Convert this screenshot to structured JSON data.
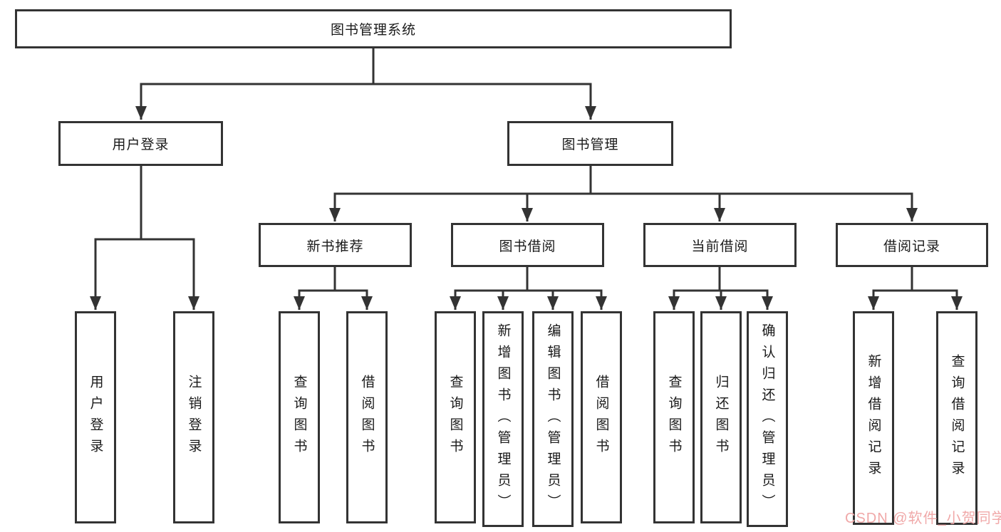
{
  "tree": {
    "root": "图书管理系统",
    "children": [
      {
        "label": "用户登录",
        "children": [
          "用户登录",
          "注销登录"
        ]
      },
      {
        "label": "图书管理",
        "children": [
          {
            "label": "新书推荐",
            "children": [
              "查询图书",
              "借阅图书"
            ]
          },
          {
            "label": "图书借阅",
            "children": [
              "查询图书",
              "新增图书（管理员）",
              "编辑图书（管理员）",
              "借阅图书"
            ]
          },
          {
            "label": "当前借阅",
            "children": [
              "查询图书",
              "归还图书",
              "确认归还（管理员）"
            ]
          },
          {
            "label": "借阅记录",
            "children": [
              "新增借阅记录",
              "查询借阅记录"
            ]
          }
        ]
      }
    ]
  },
  "watermark": "CSDN @软件_小贺同学",
  "colors": {
    "line": "#333333",
    "text": "#1a1a1a",
    "watermark": "#f0a8a8",
    "background": "#ffffff"
  }
}
